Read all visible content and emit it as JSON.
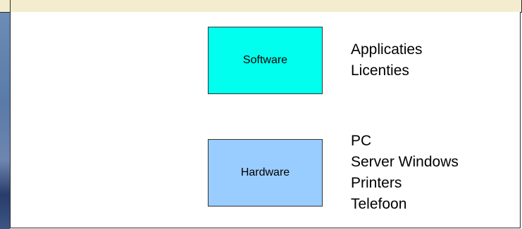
{
  "diagram": {
    "nodes": [
      {
        "label": "Software",
        "fill": "#00ffee",
        "items": [
          "Applicaties",
          "Licenties"
        ]
      },
      {
        "label": "Hardware",
        "fill": "#99ccff",
        "items": [
          "PC",
          "Server Windows",
          "Printers",
          "Telefoon"
        ]
      }
    ]
  },
  "colors": {
    "header_band": "#f3eccf",
    "border": "#2a2a2a"
  }
}
